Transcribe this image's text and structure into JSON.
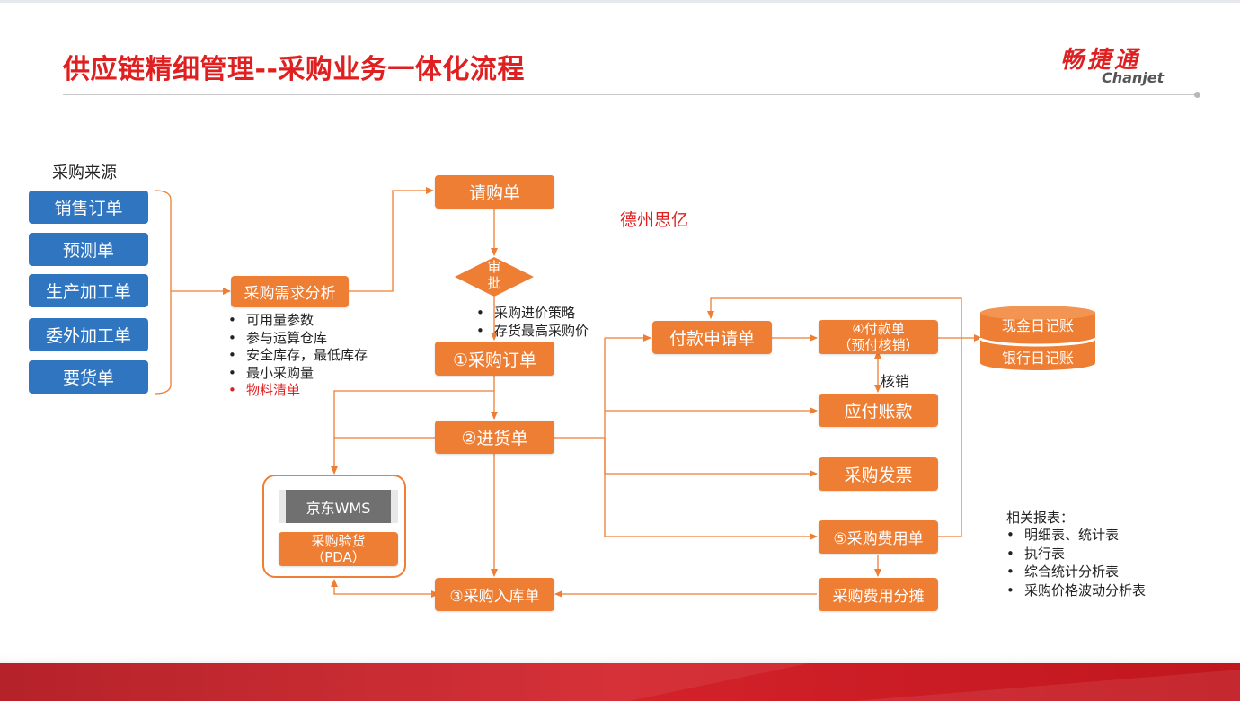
{
  "header": {
    "title": "供应链精细管理--采购业务一体化流程",
    "logo_cn": "畅捷通",
    "logo_en": "Chanjet"
  },
  "sources": {
    "title": "采购来源",
    "items": [
      "销售订单",
      "预测单",
      "生产加工单",
      "委外加工单",
      "要货单"
    ]
  },
  "analysis": {
    "label": "采购需求分析",
    "bullets": [
      "可用量参数",
      "参与运算仓库",
      "安全库存，最低库存",
      "最小采购量"
    ],
    "highlight_bullet": "物料清单"
  },
  "flow": {
    "requisition": "请购单",
    "approve_line1": "审",
    "approve_line2": "批",
    "strategy": [
      "采购进价策略",
      "存货最高采购价"
    ],
    "order": "①采购订单",
    "receipt": "②进货单",
    "inbound": "③采购入库单",
    "payment_request": "付款申请单",
    "payment_line1": "④付款单",
    "payment_line2": "（预付核销）",
    "writeoff_label": "核销",
    "payable": "应付账款",
    "invoice": "采购发票",
    "expense": "⑤采购费用单",
    "expense_alloc": "采购费用分摊"
  },
  "company": "德州思亿",
  "wms": {
    "system": "京东WMS",
    "inspection_line1": "采购验货",
    "inspection_line2": "（PDA）"
  },
  "ledgers": {
    "cash": "现金日记账",
    "bank": "银行日记账"
  },
  "reports": {
    "title": "相关报表：",
    "items": [
      "明细表、统计表",
      "执行表",
      "综合统计分析表",
      "采购价格波动分析表"
    ]
  },
  "colors": {
    "title_red": "#e02020",
    "source_blue": "#2f75c0",
    "process_orange": "#ee7e33",
    "line_orange": "#ee7e33",
    "footer_red": "#c8171e"
  }
}
